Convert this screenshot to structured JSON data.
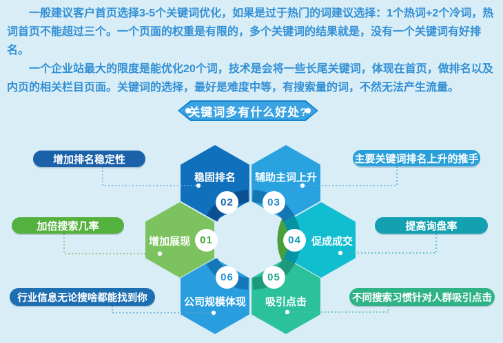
{
  "background_color": "#d8edf6",
  "intro": {
    "text_color": "#3390d5",
    "paragraphs": [
      "一般建议客户首页选择3-5个关键词优化，如果是过于热门的词建议选择：1个热词+2个冷词，热词首页不能超过三个。一个页面的权重是有限的，多个关键词的结果就是，没有一个关键词有好排名。",
      "一个企业站最大的限度是能优化20个词，技术是会将一些长尾关键词，体现在首页，做排名以及内页的相关栏目页面。关键词的选择，最好是难度中等，有搜索量的词，不然无法产生流量。"
    ]
  },
  "banner": {
    "title": "关键词多有什么好处?",
    "fill_color": "#3ba3e4",
    "border_color": "#1584cd"
  },
  "benefits": [
    {
      "num": "01",
      "label": "增加展现",
      "hex_color": "#7cc25e",
      "arc_color": "#4a9f3c",
      "num_color": "#48a33c"
    },
    {
      "num": "02",
      "label": "稳固排名",
      "hex_color": "#1170bc",
      "arc_color": "#0a5093",
      "num_color": "#1463ad"
    },
    {
      "num": "03",
      "label": "辅助主词上升",
      "hex_color": "#29a2df",
      "arc_color": "#1576b4",
      "num_color": "#1f88cb"
    },
    {
      "num": "04",
      "label": "促成成交",
      "hex_color": "#10bed0",
      "arc_color": "#0793a6",
      "num_color": "#0d9cb5"
    },
    {
      "num": "05",
      "label": "吸引点击",
      "hex_color": "#2bc19b",
      "arc_color": "#1e9a7b",
      "num_color": "#1fa586"
    },
    {
      "num": "06",
      "label": "公司规模体现",
      "hex_color": "#2a9ddf",
      "arc_color": "#1577b6",
      "num_color": "#2193d6"
    }
  ],
  "callouts": [
    {
      "text": "增加排名稳定性",
      "color": "#1a61aa",
      "connector_color": "#6fafda",
      "position": "left-top"
    },
    {
      "text": "主要关键词排名上升的推手",
      "color": "#2aa0da",
      "connector_color": "#56aedd",
      "position": "right-top"
    },
    {
      "text": "加倍搜索几率",
      "color": "#55b13d",
      "connector_color": "#7fc06a",
      "position": "left-middle"
    },
    {
      "text": "提高询盘率",
      "color": "#13a1b2",
      "connector_color": "#4db3c0",
      "position": "right-middle"
    },
    {
      "text": "行业信息无论搜啥都能找到你",
      "color": "#1e6fb2",
      "connector_color": "#5aa5cf",
      "position": "left-bottom"
    },
    {
      "text": "不同搜索习惯针对人群吸引点击",
      "color": "#2eb286",
      "connector_color": "#52c0a0",
      "position": "right-bottom"
    }
  ]
}
